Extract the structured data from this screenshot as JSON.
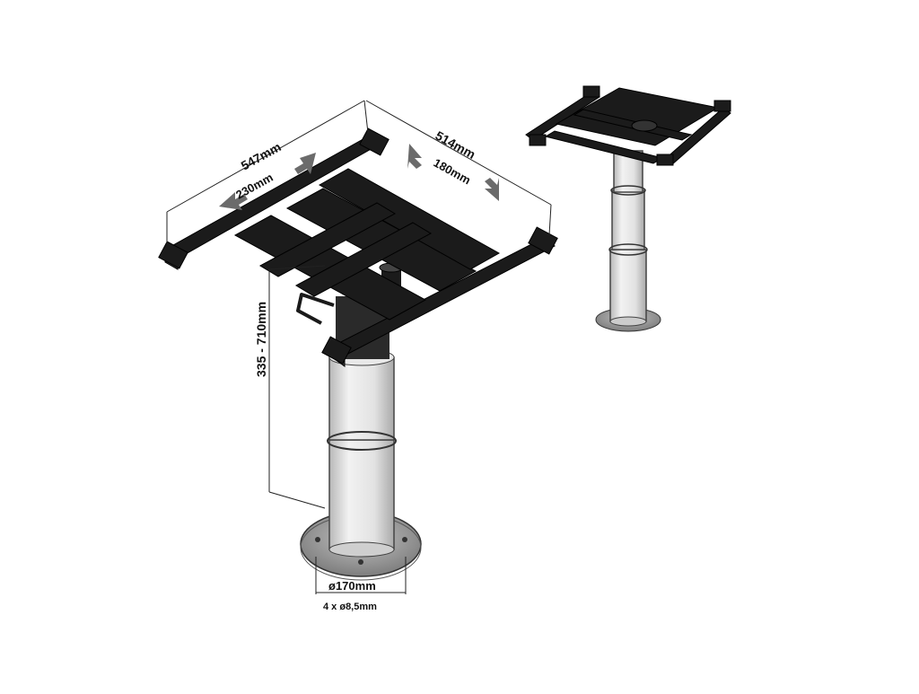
{
  "dimensions": {
    "frame_length": "547mm",
    "frame_width": "514mm",
    "slide_travel_a": "230mm",
    "slide_travel_b": "180mm",
    "height_range": "335 - 710mm",
    "base_diameter": "ø170mm",
    "mounting_holes": "4 x ø8,5mm"
  },
  "colors": {
    "frame": "#1b1b1b",
    "tube": "#d9d9d9",
    "base": "#9a9a9a",
    "arrow": "#6b6b6b"
  }
}
